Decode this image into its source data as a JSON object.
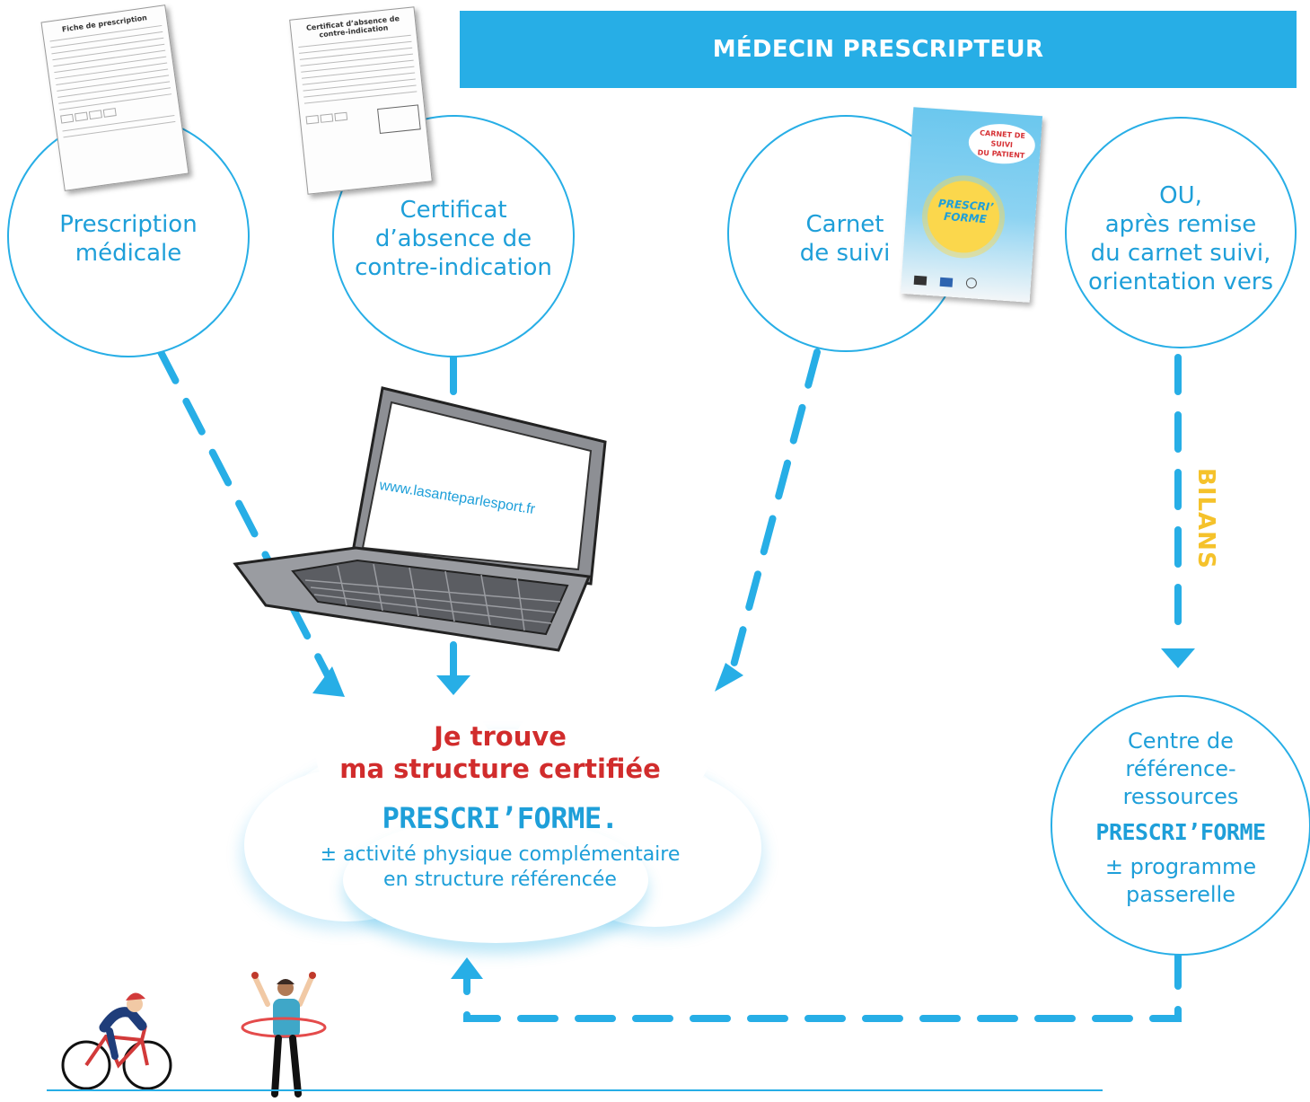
{
  "header": {
    "title": "MÉDECIN PRESCRIPTEUR"
  },
  "circles": {
    "prescription": "Prescription\nmédicale",
    "certificat": "Certificat\nd’absence de\ncontre-indication",
    "carnet": "Carnet\nde suivi",
    "orientation": "OU,\naprès remise\ndu carnet suivi,\norientation vers",
    "centre_top": "Centre de\nréférence-\nressources",
    "centre_brand": "PRESCRI’FORME",
    "centre_bottom": "± programme\npasserelle"
  },
  "documents": {
    "fiche_title": "Fiche de prescription",
    "certificat_title": "Certificat d’absence de contre-indication"
  },
  "booklet": {
    "tag": "CARNET DE SUIVI\nDU PATIENT",
    "title": "PRESCRI’\nFORME"
  },
  "laptop": {
    "url": "www.lasanteparlesport.fr"
  },
  "cloud": {
    "heading": "Je trouve\nma structure certifiée",
    "brand": "PRESCRI’FORME.",
    "sub": "± activité physique complémentaire\nen structure référencée"
  },
  "side_label": "BILANS",
  "colors": {
    "accent": "#27aee6",
    "text_blue": "#1e9fd9",
    "red": "#d12c2c",
    "yellow": "#f5c22b"
  }
}
